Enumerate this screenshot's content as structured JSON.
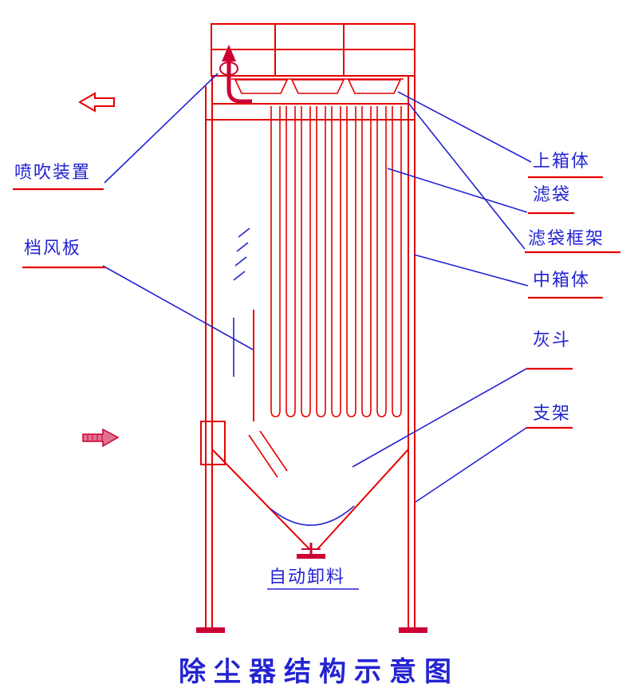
{
  "title": "除尘器结构示意图",
  "labels": {
    "blow_device": "喷吹装置",
    "wind_baffle": "档风板",
    "upper_box": "上箱体",
    "filter_bag": "滤袋",
    "bag_cage": "滤袋框架",
    "middle_box": "中箱体",
    "ash_hopper": "灰斗",
    "support": "支架",
    "auto_discharge": "自动卸料"
  },
  "colors": {
    "line_red": "#e60000",
    "pipe_red": "#cc0033",
    "annotation_blue": "#2323d2"
  }
}
